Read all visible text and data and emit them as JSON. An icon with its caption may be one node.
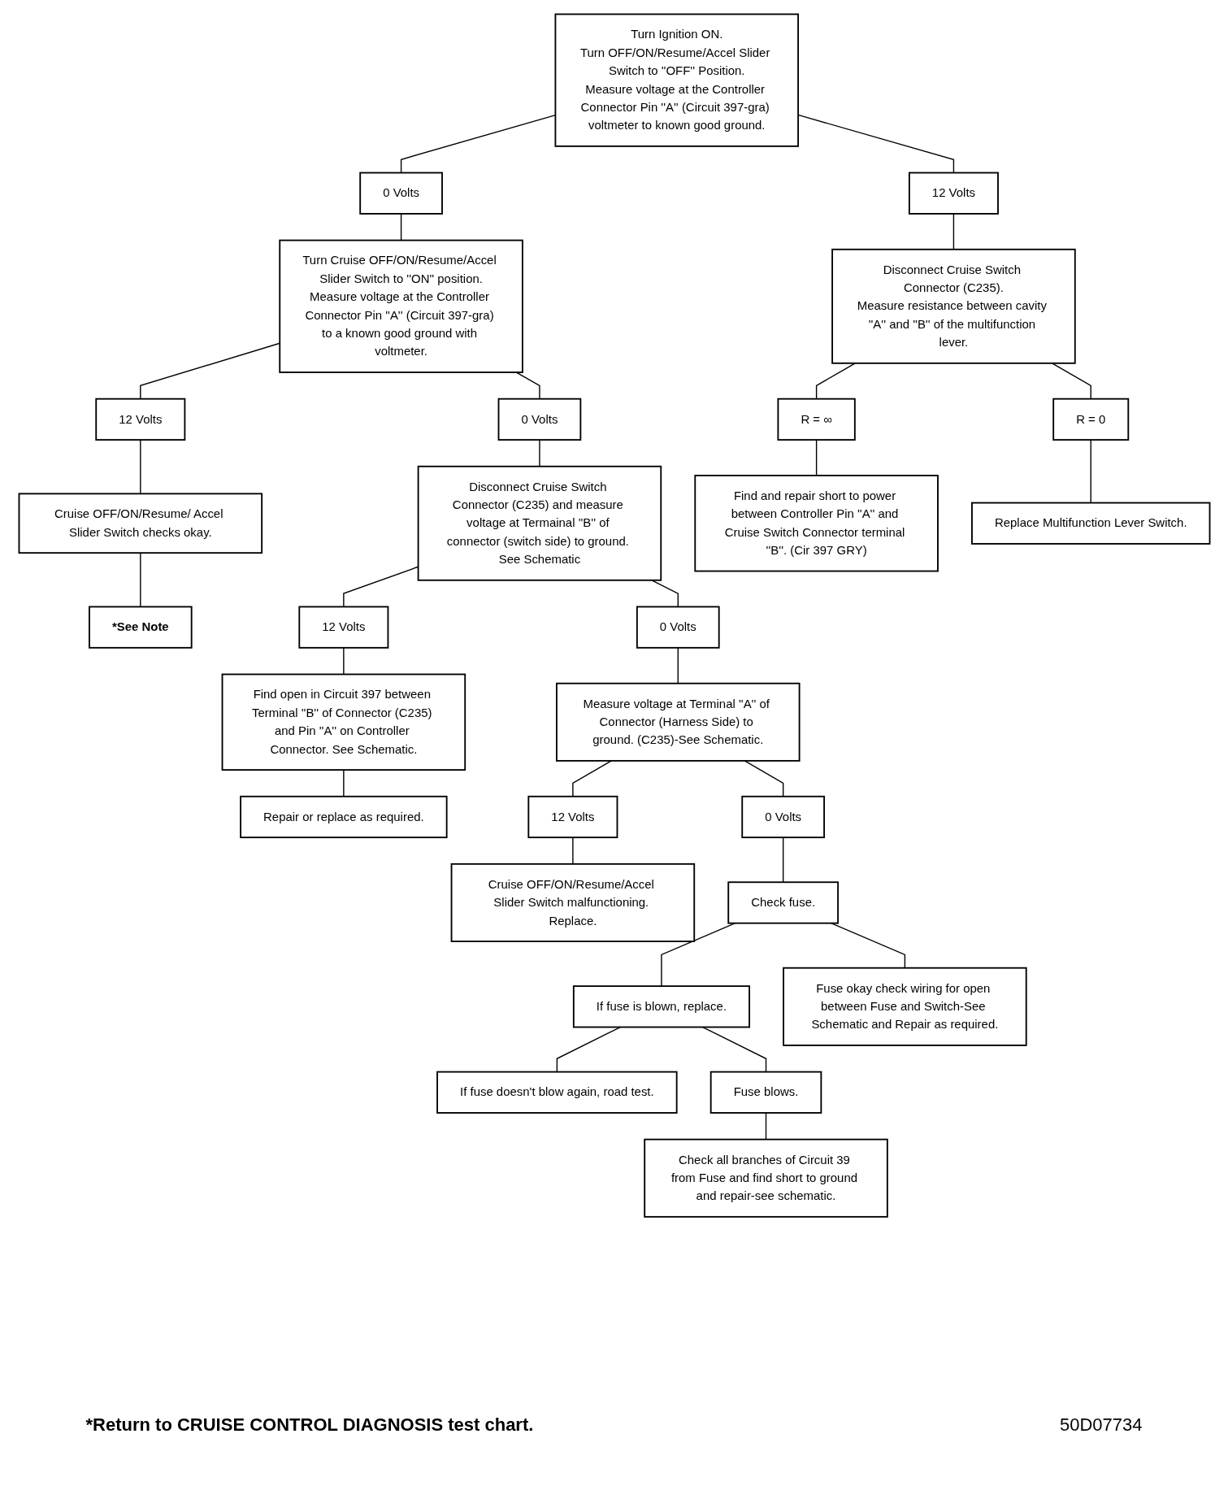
{
  "diagram": {
    "nodes": [
      {
        "text": [
          "Turn Ignition ON.",
          "Turn OFF/ON/Resume/Accel Slider Switch to ''OFF'' Position.",
          "Measure voltage at the Controller Connector Pin ''A'' (Circuit 397-gra) voltmeter to known good ground."
        ]
      },
      {
        "text": [
          "0 Volts"
        ]
      },
      {
        "text": [
          "12 Volts"
        ]
      },
      {
        "text": [
          "Turn Cruise OFF/ON/Resume/Accel Slider Switch to ''ON'' position.",
          "Measure voltage at the Controller Connector Pin ''A'' (Circuit 397-gra) to a known good ground with voltmeter."
        ]
      },
      {
        "text": [
          "Disconnect Cruise Switch Connector (C235).",
          "Measure resistance between cavity ''A'' and ''B'' of the multifunction lever."
        ]
      },
      {
        "text": [
          "0 Volts"
        ]
      },
      {
        "text": [
          "12 Volts"
        ]
      },
      {
        "text": [
          "R = ∞"
        ]
      },
      {
        "text": [
          "R = 0"
        ]
      },
      {
        "text": [
          "Disconnect Cruise Switch Connector (C235) and measure voltage at Termainal ''B'' of connector (switch side) to ground. See Schematic"
        ]
      },
      {
        "text": [
          "Cruise OFF/ON/Resume/ Accel Slider Switch checks okay."
        ]
      },
      {
        "text": [
          "Find and repair short to power between Controller Pin ''A'' and Cruise Switch Connector terminal ''B''. (Cir 397 GRY)"
        ]
      },
      {
        "text": [
          "Replace Multifunction Lever Switch."
        ]
      },
      {
        "text": [
          "*See Note"
        ]
      },
      {
        "text": [
          "12 Volts"
        ]
      },
      {
        "text": [
          "0 Volts"
        ]
      },
      {
        "text": [
          "Find open in Circuit 397 between Terminal ''B'' of Connector (C235) and Pin ''A'' on Controller Connector. See Schematic."
        ]
      },
      {
        "text": [
          "Measure voltage at Terminal ''A'' of Connector (Harness Side) to ground. (C235)-See Schematic."
        ]
      },
      {
        "text": [
          "Repair or replace as required."
        ]
      },
      {
        "text": [
          "12 Volts"
        ]
      },
      {
        "text": [
          "0 Volts"
        ]
      },
      {
        "text": [
          "Cruise OFF/ON/Resume/Accel Slider Switch malfunctioning. Replace."
        ]
      },
      {
        "text": [
          "Check fuse."
        ]
      },
      {
        "text": [
          "If fuse is blown, replace."
        ]
      },
      {
        "text": [
          "Fuse okay check wiring for open between Fuse and Switch-See Schematic and Repair as required."
        ]
      },
      {
        "text": [
          "If fuse doesn't blow again, road test."
        ]
      },
      {
        "text": [
          "Fuse blows."
        ]
      },
      {
        "text": [
          "Check all branches of Circuit 39 from Fuse and find short to ground and repair-see schematic."
        ]
      }
    ],
    "edges": [
      {
        "from": 0,
        "to": 1,
        "arrow": "none"
      },
      {
        "from": 0,
        "to": 2,
        "arrow": "none"
      },
      {
        "from": 1,
        "to": 3,
        "arrow": "none"
      },
      {
        "from": 2,
        "to": 4,
        "arrow": "none"
      },
      {
        "from": 3,
        "to": 5,
        "arrow": "none"
      },
      {
        "from": 3,
        "to": 6,
        "arrow": "none"
      },
      {
        "from": 4,
        "to": 7,
        "arrow": "none"
      },
      {
        "from": 4,
        "to": 8,
        "arrow": "none"
      },
      {
        "from": 5,
        "to": 9,
        "arrow": "none"
      },
      {
        "from": 6,
        "to": 10,
        "arrow": "none"
      },
      {
        "from": 7,
        "to": 11,
        "arrow": "none"
      },
      {
        "from": 8,
        "to": 12,
        "arrow": "none"
      },
      {
        "from": 10,
        "to": 13,
        "arrow": "none"
      },
      {
        "from": 9,
        "to": 14,
        "arrow": "none"
      },
      {
        "from": 9,
        "to": 15,
        "arrow": "none"
      },
      {
        "from": 14,
        "to": 16,
        "arrow": "none"
      },
      {
        "from": 15,
        "to": 17,
        "arrow": "none"
      },
      {
        "from": 16,
        "to": 18,
        "arrow": "none"
      },
      {
        "from": 17,
        "to": 19,
        "arrow": "none"
      },
      {
        "from": 17,
        "to": 20,
        "arrow": "none"
      },
      {
        "from": 19,
        "to": 21,
        "arrow": "none"
      },
      {
        "from": 20,
        "to": 22,
        "arrow": "none"
      },
      {
        "from": 22,
        "to": 23,
        "arrow": "none"
      },
      {
        "from": 22,
        "to": 24,
        "arrow": "none"
      },
      {
        "from": 23,
        "to": 25,
        "arrow": "none"
      },
      {
        "from": 23,
        "to": 26,
        "arrow": "none"
      },
      {
        "from": 26,
        "to": 27,
        "arrow": "none"
      }
    ],
    "labels": [
      "*Return to CRUISE CONTROL DIAGNOSIS test chart.",
      "50D07734"
    ]
  }
}
